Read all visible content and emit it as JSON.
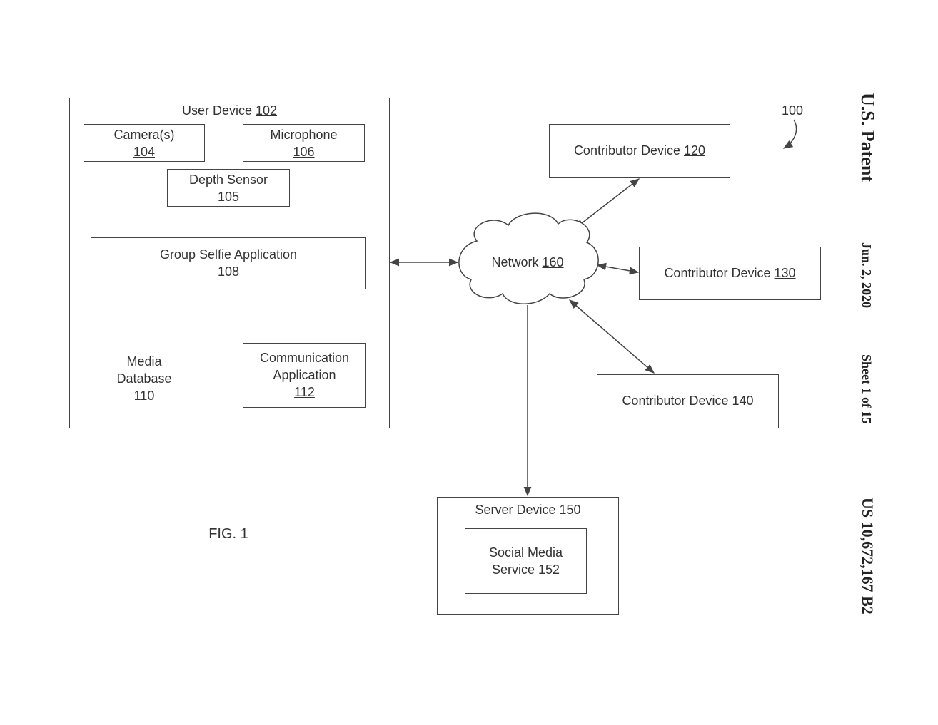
{
  "header": {
    "patent_label": "U.S. Patent",
    "date": "Jun. 2, 2020",
    "sheet": "Sheet 1 of 15",
    "patent_number": "US 10,672,167 B2"
  },
  "figure_ref": "100",
  "figure_label": "FIG. 1",
  "user_device": {
    "name": "User Device",
    "num": "102",
    "camera": {
      "name": "Camera(s)",
      "num": "104"
    },
    "microphone": {
      "name": "Microphone",
      "num": "106"
    },
    "depth_sensor": {
      "name": "Depth Sensor",
      "num": "105"
    },
    "group_selfie": {
      "name": "Group Selfie Application",
      "num": "108"
    },
    "media_db": {
      "line1": "Media",
      "line2": "Database",
      "num": "110"
    },
    "comm_app": {
      "line1": "Communication",
      "line2": "Application",
      "num": "112"
    }
  },
  "network": {
    "name": "Network",
    "num": "160"
  },
  "contributors": [
    {
      "name": "Contributor Device",
      "num": "120"
    },
    {
      "name": "Contributor Device",
      "num": "130"
    },
    {
      "name": "Contributor Device",
      "num": "140"
    }
  ],
  "server": {
    "name": "Server Device",
    "num": "150",
    "social": {
      "line1": "Social Media",
      "line2": "Service",
      "num": "152"
    }
  }
}
